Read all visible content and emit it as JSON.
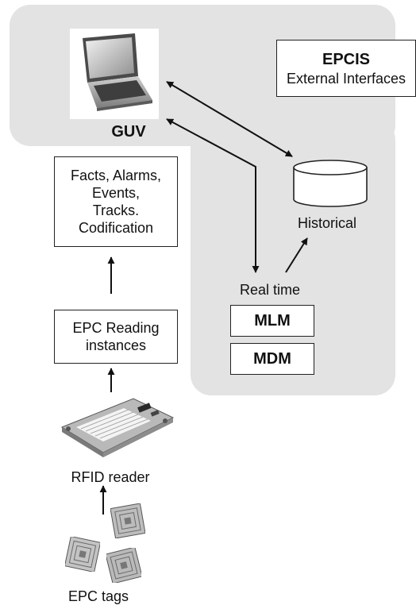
{
  "guv": {
    "label": "GUV",
    "icon": "laptop-icon"
  },
  "epcis": {
    "title": "EPCIS",
    "subtitle": "External Interfaces"
  },
  "facts_box": {
    "lines": [
      "Facts, Alarms,",
      "Events,",
      "Tracks.",
      "Codification"
    ]
  },
  "historical": {
    "label": "Historical",
    "icon": "database-icon"
  },
  "realtime": {
    "label": "Real time"
  },
  "mlm": {
    "label": "MLM"
  },
  "mdm": {
    "label": "MDM"
  },
  "epc_reading": {
    "lines": [
      "EPC Reading",
      "instances"
    ]
  },
  "rfid_reader": {
    "label": "RFID reader",
    "icon": "rfid-reader-board-icon"
  },
  "epc_tags": {
    "label": "EPC tags",
    "icon": "rfid-tag-icon"
  },
  "colors": {
    "region": "#e3e3e3",
    "stroke": "#111111",
    "box_fill": "#ffffff"
  }
}
